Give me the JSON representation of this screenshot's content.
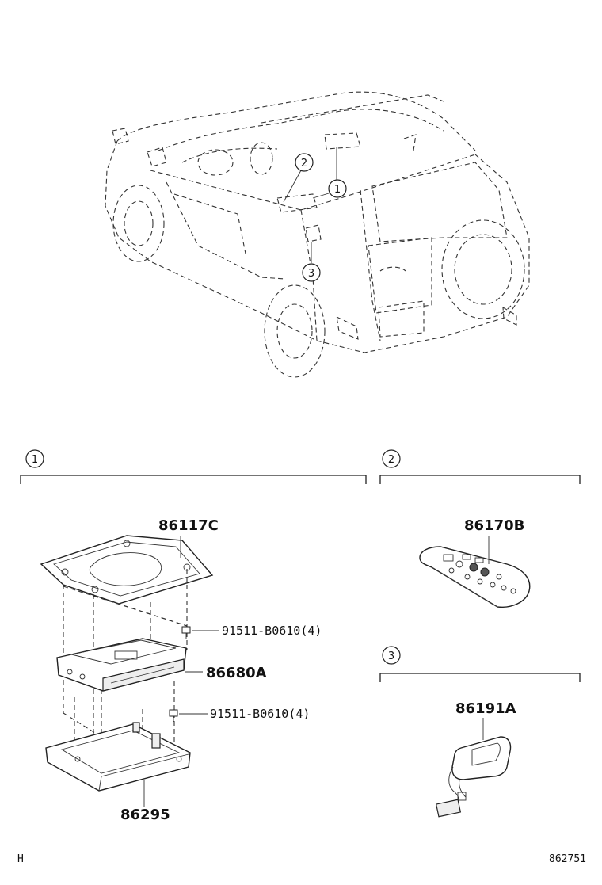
{
  "vehicle_callouts": [
    "1",
    "2",
    "3"
  ],
  "groups": [
    {
      "id": "1",
      "label": "1"
    },
    {
      "id": "2",
      "label": "2"
    },
    {
      "id": "3",
      "label": "3"
    }
  ],
  "parts": {
    "p86117C": "86117C",
    "b1": "91511-B0610(4)",
    "p86680A": "86680A",
    "b2": "91511-B0610(4)",
    "p86295": "86295",
    "p86170B": "86170B",
    "p86191A": "86191A"
  },
  "footer": {
    "left": "H",
    "right": "862751"
  }
}
